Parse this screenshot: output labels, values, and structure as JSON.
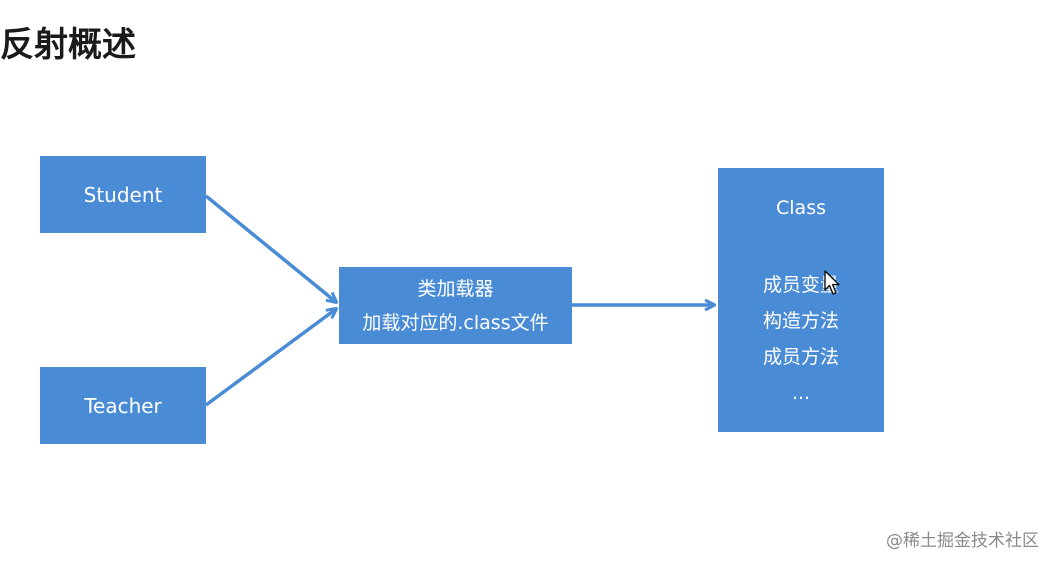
{
  "page": {
    "title": "反射概述"
  },
  "diagram": {
    "student": {
      "label": "Student"
    },
    "teacher": {
      "label": "Teacher"
    },
    "class_loader": {
      "line1": "类加载器",
      "line2": "加载对应的.class文件"
    },
    "class_box": {
      "title": "Class",
      "members": [
        "成员变量",
        "构造方法",
        "成员方法",
        "..."
      ]
    },
    "colors": {
      "box_fill": "#4a8bd6",
      "arrow": "#4a8bd6",
      "text_on_box": "#ffffff"
    }
  },
  "watermark": {
    "text": "@稀土掘金技术社区"
  },
  "icons": {
    "cursor": "mouse-pointer-icon"
  }
}
